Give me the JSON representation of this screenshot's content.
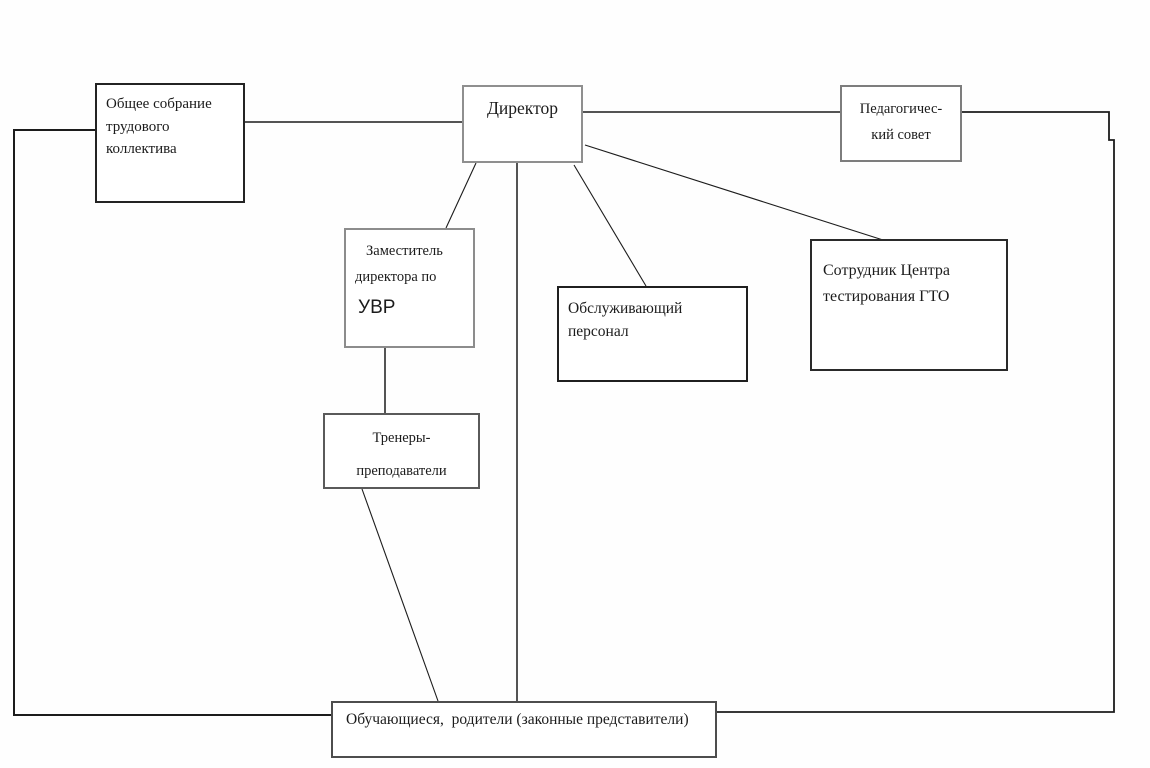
{
  "colors": {
    "background": "#ffffff",
    "line": "#1c1c1c",
    "border_dark": "#232323",
    "border_gray": "#8c8c8c",
    "text": "#1b1b1b"
  },
  "diagram": {
    "type": "org-chart",
    "language": "ru",
    "nodes": {
      "obshchee_sobranie": {
        "lines": [
          "Общее собрание",
          "трудового",
          "коллектива"
        ]
      },
      "director": {
        "lines": [
          "Директор"
        ]
      },
      "pedsovet": {
        "lines": [
          "Педагогичес-",
          "кий совет"
        ]
      },
      "zamestitel": {
        "lines": [
          "Заместитель",
          "директора по",
          "УВР"
        ]
      },
      "obsluzhivayushchiy": {
        "lines": [
          "Обслуживающий",
          "персонал"
        ]
      },
      "sotrudnik_gto": {
        "lines": [
          "Сотрудник Центра",
          "тестирования ГТО"
        ]
      },
      "trenery": {
        "lines": [
          "Тренеры-",
          "преподаватели"
        ]
      },
      "obuchayushchiesya": {
        "lines": [
          "Обучающиеся,  родители (законные представители)"
        ]
      }
    },
    "edges": [
      {
        "from": "obshchee_sobranie",
        "to": "director"
      },
      {
        "from": "director",
        "to": "pedsovet"
      },
      {
        "from": "director",
        "to": "zamestitel"
      },
      {
        "from": "director",
        "to": "obsluzhivayushchiy"
      },
      {
        "from": "director",
        "to": "sotrudnik_gto"
      },
      {
        "from": "director",
        "to": "obuchayushchiesya"
      },
      {
        "from": "zamestitel",
        "to": "trenery"
      },
      {
        "from": "trenery",
        "to": "obuchayushchiesya"
      },
      {
        "from": "obshchee_sobranie",
        "to": "obuchayushchiesya"
      },
      {
        "from": "pedsovet",
        "to": "obuchayushchiesya"
      }
    ]
  }
}
